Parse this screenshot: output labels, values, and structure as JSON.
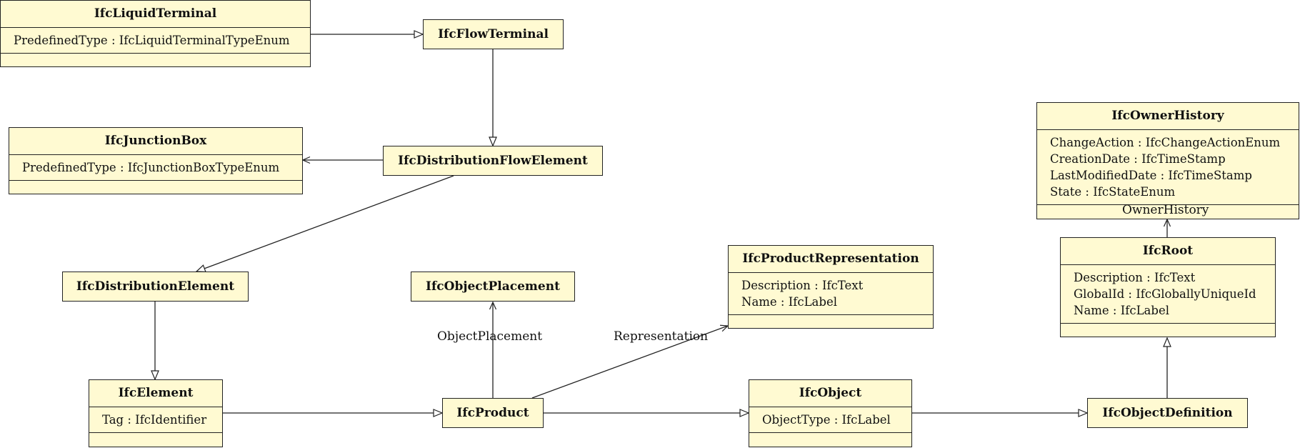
{
  "classes": {
    "liquid_terminal": {
      "name": "IfcLiquidTerminal",
      "attrs": [
        "PredefinedType : IfcLiquidTerminalTypeEnum"
      ]
    },
    "flow_terminal": {
      "name": "IfcFlowTerminal"
    },
    "junction_box": {
      "name": "IfcJunctionBox",
      "attrs": [
        "PredefinedType : IfcJunctionBoxTypeEnum"
      ]
    },
    "distribution_flow_element": {
      "name": "IfcDistributionFlowElement"
    },
    "owner_history": {
      "name": "IfcOwnerHistory",
      "attrs": [
        "ChangeAction : IfcChangeActionEnum",
        "CreationDate : IfcTimeStamp",
        "LastModifiedDate : IfcTimeStamp",
        "State : IfcStateEnum"
      ]
    },
    "root": {
      "name": "IfcRoot",
      "attrs": [
        "Description : IfcText",
        "GlobalId : IfcGloballyUniqueId",
        "Name : IfcLabel"
      ]
    },
    "product_representation": {
      "name": "IfcProductRepresentation",
      "attrs": [
        "Description : IfcText",
        "Name : IfcLabel"
      ]
    },
    "distribution_element": {
      "name": "IfcDistributionElement"
    },
    "object_placement": {
      "name": "IfcObjectPlacement"
    },
    "element": {
      "name": "IfcElement",
      "attrs": [
        "Tag : IfcIdentifier"
      ]
    },
    "product": {
      "name": "IfcProduct"
    },
    "object": {
      "name": "IfcObject",
      "attrs": [
        "ObjectType : IfcLabel"
      ]
    },
    "object_definition": {
      "name": "IfcObjectDefinition"
    }
  },
  "labels": {
    "owner_history": "OwnerHistory",
    "object_placement": "ObjectPlacement",
    "representation": "Representation"
  },
  "colors": {
    "box_fill": "#fffad2",
    "stroke": "#222222"
  }
}
